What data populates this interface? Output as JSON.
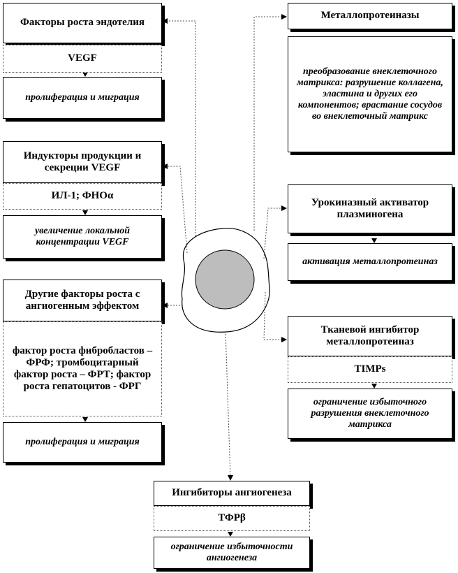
{
  "cell": {
    "nucleus_color": "#bdbdbd"
  },
  "left": [
    {
      "id": "endothelial",
      "title": "Факторы роста эндотелия",
      "mid": "VEGF",
      "effect": "пролиферация и миграция"
    },
    {
      "id": "inductors",
      "title": "Индукторы продукции и секреции VEGF",
      "mid": "ИЛ-1; ФНОα",
      "effect": "увеличение локальной концентрации VEGF"
    },
    {
      "id": "other",
      "title": "Другие факторы роста с ангиогенным эффектом",
      "mid": "фактор роста фибробластов – ФРФ; тромбоцитарный фактор роста – ФРТ; фактор роста гепатоцитов - ФРГ",
      "effect": "пролиферация и миграция"
    }
  ],
  "right": [
    {
      "id": "mmp",
      "title": "Металлопротеиназы",
      "effect": "преобразование внеклеточного матрикса: разрушение коллагена, эластина и других его компонентов; врастание сосудов во внеклеточный матрикс"
    },
    {
      "id": "upa",
      "title": "Урокиназный активатор плазминогена",
      "effect": "активация металлопротеиназ"
    },
    {
      "id": "timp",
      "title": "Тканевой ингибитор металлопротеиназ",
      "mid": "TIMPs",
      "effect": "ограничение избыточного разрушения внеклеточного матрикса"
    }
  ],
  "bottom": {
    "id": "inhibitors",
    "title": "Ингибиторы ангиогенеза",
    "mid": "ТФРβ",
    "effect": "ограничение избыточности ангиогенеза"
  }
}
